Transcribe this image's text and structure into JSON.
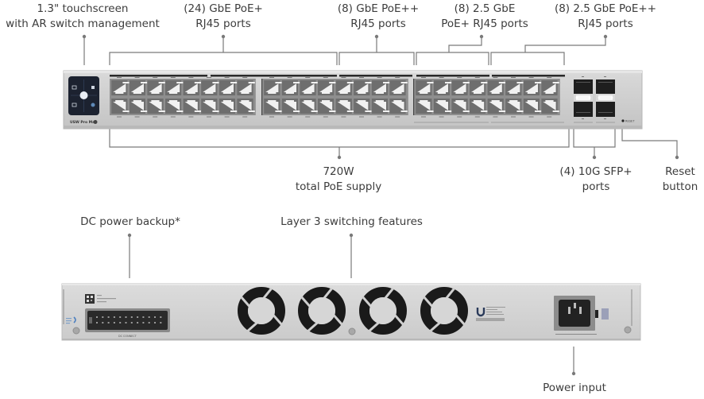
{
  "front_callouts": {
    "touchscreen": {
      "line1": "1.3\" touchscreen",
      "line2": "with AR switch management"
    },
    "gbe_poe_plus": {
      "line1": "(24) GbE PoE+",
      "line2": "RJ45 ports"
    },
    "gbe_poe_plusplus": {
      "line1": "(8) GbE PoE++",
      "line2": "RJ45 ports"
    },
    "ge25_poe_plus": {
      "line1": "(8) 2.5 GbE",
      "line2": "PoE+ RJ45 ports"
    },
    "ge25_poe_plusplus": {
      "line1": "(8) 2.5 GbE PoE++",
      "line2": "RJ45 ports"
    },
    "poe_supply": {
      "line1": "720W",
      "line2": "total PoE supply"
    },
    "sfp": {
      "line1": "(4) 10G SFP+",
      "line2": "ports"
    },
    "reset": {
      "line1": "Reset",
      "line2": "button"
    }
  },
  "rear_callouts": {
    "dc_backup": "DC power backup*",
    "layer3": "Layer 3 switching features",
    "power_input": "Power input"
  },
  "device": {
    "model_label": "USW Pro Max",
    "reset_label": "RESET",
    "dc_port_label": "DC CONNECT"
  },
  "colors": {
    "chassis": "#cdcdcd",
    "chassis_edge": "#b8b8b8",
    "port_shell": "#8a8a8a",
    "port_socket": "#f2f2f2",
    "screen": "#1c2230",
    "leader": "#777777",
    "fan": "#1a1a1a"
  }
}
